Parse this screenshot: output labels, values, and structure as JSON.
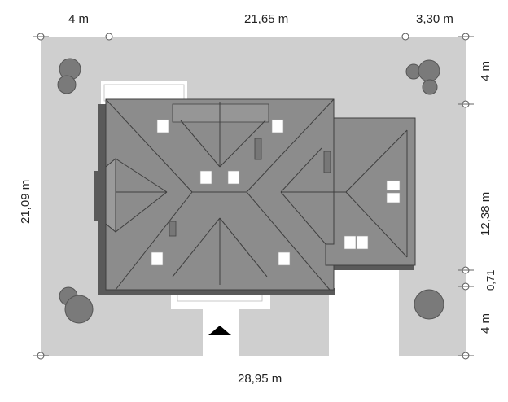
{
  "dimensions": {
    "top": [
      "4 m",
      "21,65 m",
      "3,30 m"
    ],
    "bottom": "28,95 m",
    "left": "21,09 m",
    "right": [
      "4 m",
      "12,38 m",
      "0,71",
      "4 m"
    ]
  },
  "colors": {
    "plot": "#cfcfcf",
    "roof": "#8c8c8c",
    "roof_shadow": "#5a5a5a",
    "ridge": "#3f3f3f",
    "tree": "#777777",
    "paving": "#ffffff"
  },
  "icons": {
    "entrance_marker": "triangle-up-icon",
    "survey_point": "circle-marker-icon"
  }
}
